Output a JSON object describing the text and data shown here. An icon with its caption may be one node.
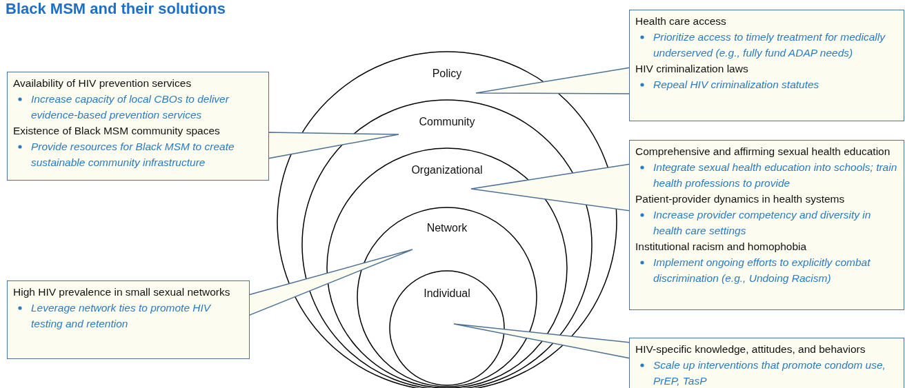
{
  "diagram": {
    "title": "Black MSM and their solutions",
    "nodes": [
      {
        "text": [
          "Policy"
        ]
      },
      {
        "text": [
          "Community"
        ],
        "in": 0
      },
      {
        "text": [
          "Organizational"
        ],
        "in": 1
      },
      {
        "text": [
          "Network"
        ],
        "in": 2
      },
      {
        "text": [
          "Individual"
        ],
        "in": 3
      },
      {
        "text": [
          "Health care access",
          "Prioritize access to timely treatment for medically underserved (e.g., fully fund ADAP needs)",
          "HIV criminalization laws",
          "Repeal HIV criminalization statutes"
        ]
      },
      {
        "text": [
          "Availability of HIV prevention services",
          "Increase capacity of local CBOs to deliver evidence-based prevention services",
          "Existence of Black MSM community spaces",
          "Provide resources for Black MSM to create sustainable community infrastructure"
        ]
      },
      {
        "text": [
          "Comprehensive and affirming sexual health education",
          "Integrate sexual health education into schools; train health professions to provide",
          "Patient-provider dynamics in health systems",
          "Increase provider competency and diversity in health care settings",
          "Institutional racism and homophobia",
          "Implement ongoing efforts to explicitly combat discrimination (e.g., Undoing Racism)"
        ]
      },
      {
        "text": [
          "High HIV prevalence in small sexual networks",
          "Leverage network ties to promote HIV testing and retention"
        ]
      },
      {
        "text": [
          "HIV-specific knowledge, attitudes, and behaviors",
          "Scale up interventions that promote condom use, PrEP, TasP"
        ]
      }
    ],
    "edges": [
      {
        "from": 5,
        "to": 0,
        "arrow": "none"
      },
      {
        "from": 6,
        "to": 1,
        "arrow": "none"
      },
      {
        "from": 7,
        "to": 2,
        "arrow": "none"
      },
      {
        "from": 8,
        "to": 3,
        "arrow": "none"
      },
      {
        "from": 9,
        "to": 4,
        "arrow": "none"
      }
    ]
  }
}
